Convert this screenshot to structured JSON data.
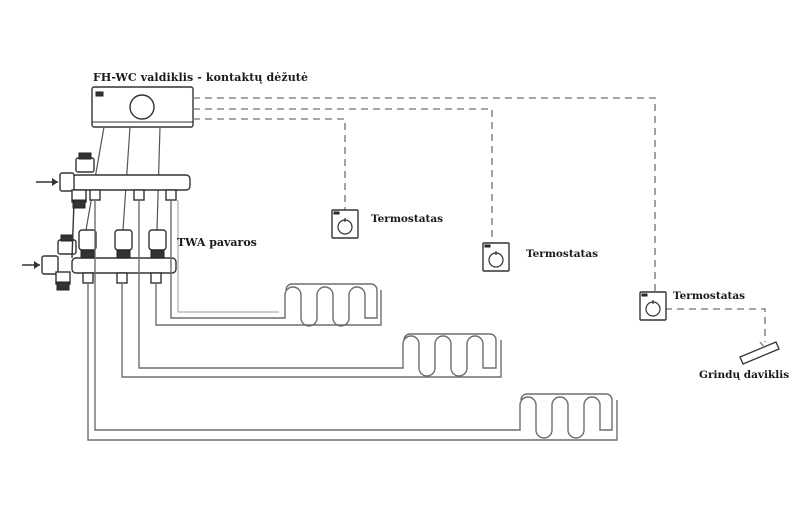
{
  "labels": {
    "controller": "FH-WC valdiklis - kontaktų dėžutė",
    "actuators": "TWA pavaros",
    "thermostat_1": "Termostatas",
    "thermostat_2": "Termostatas",
    "thermostat_3": "Termostatas",
    "floor_sensor": "Grindų daviklis"
  },
  "components": {
    "controller": "controller-box",
    "manifold_supply": "supply-manifold",
    "manifold_return": "return-manifold",
    "actuator_count": 3,
    "thermostat_count": 3,
    "heating_loops": 3
  },
  "colors": {
    "line": "#6e6e6e",
    "dashed_wire": "#8a8a8a",
    "outline": "#333333"
  }
}
